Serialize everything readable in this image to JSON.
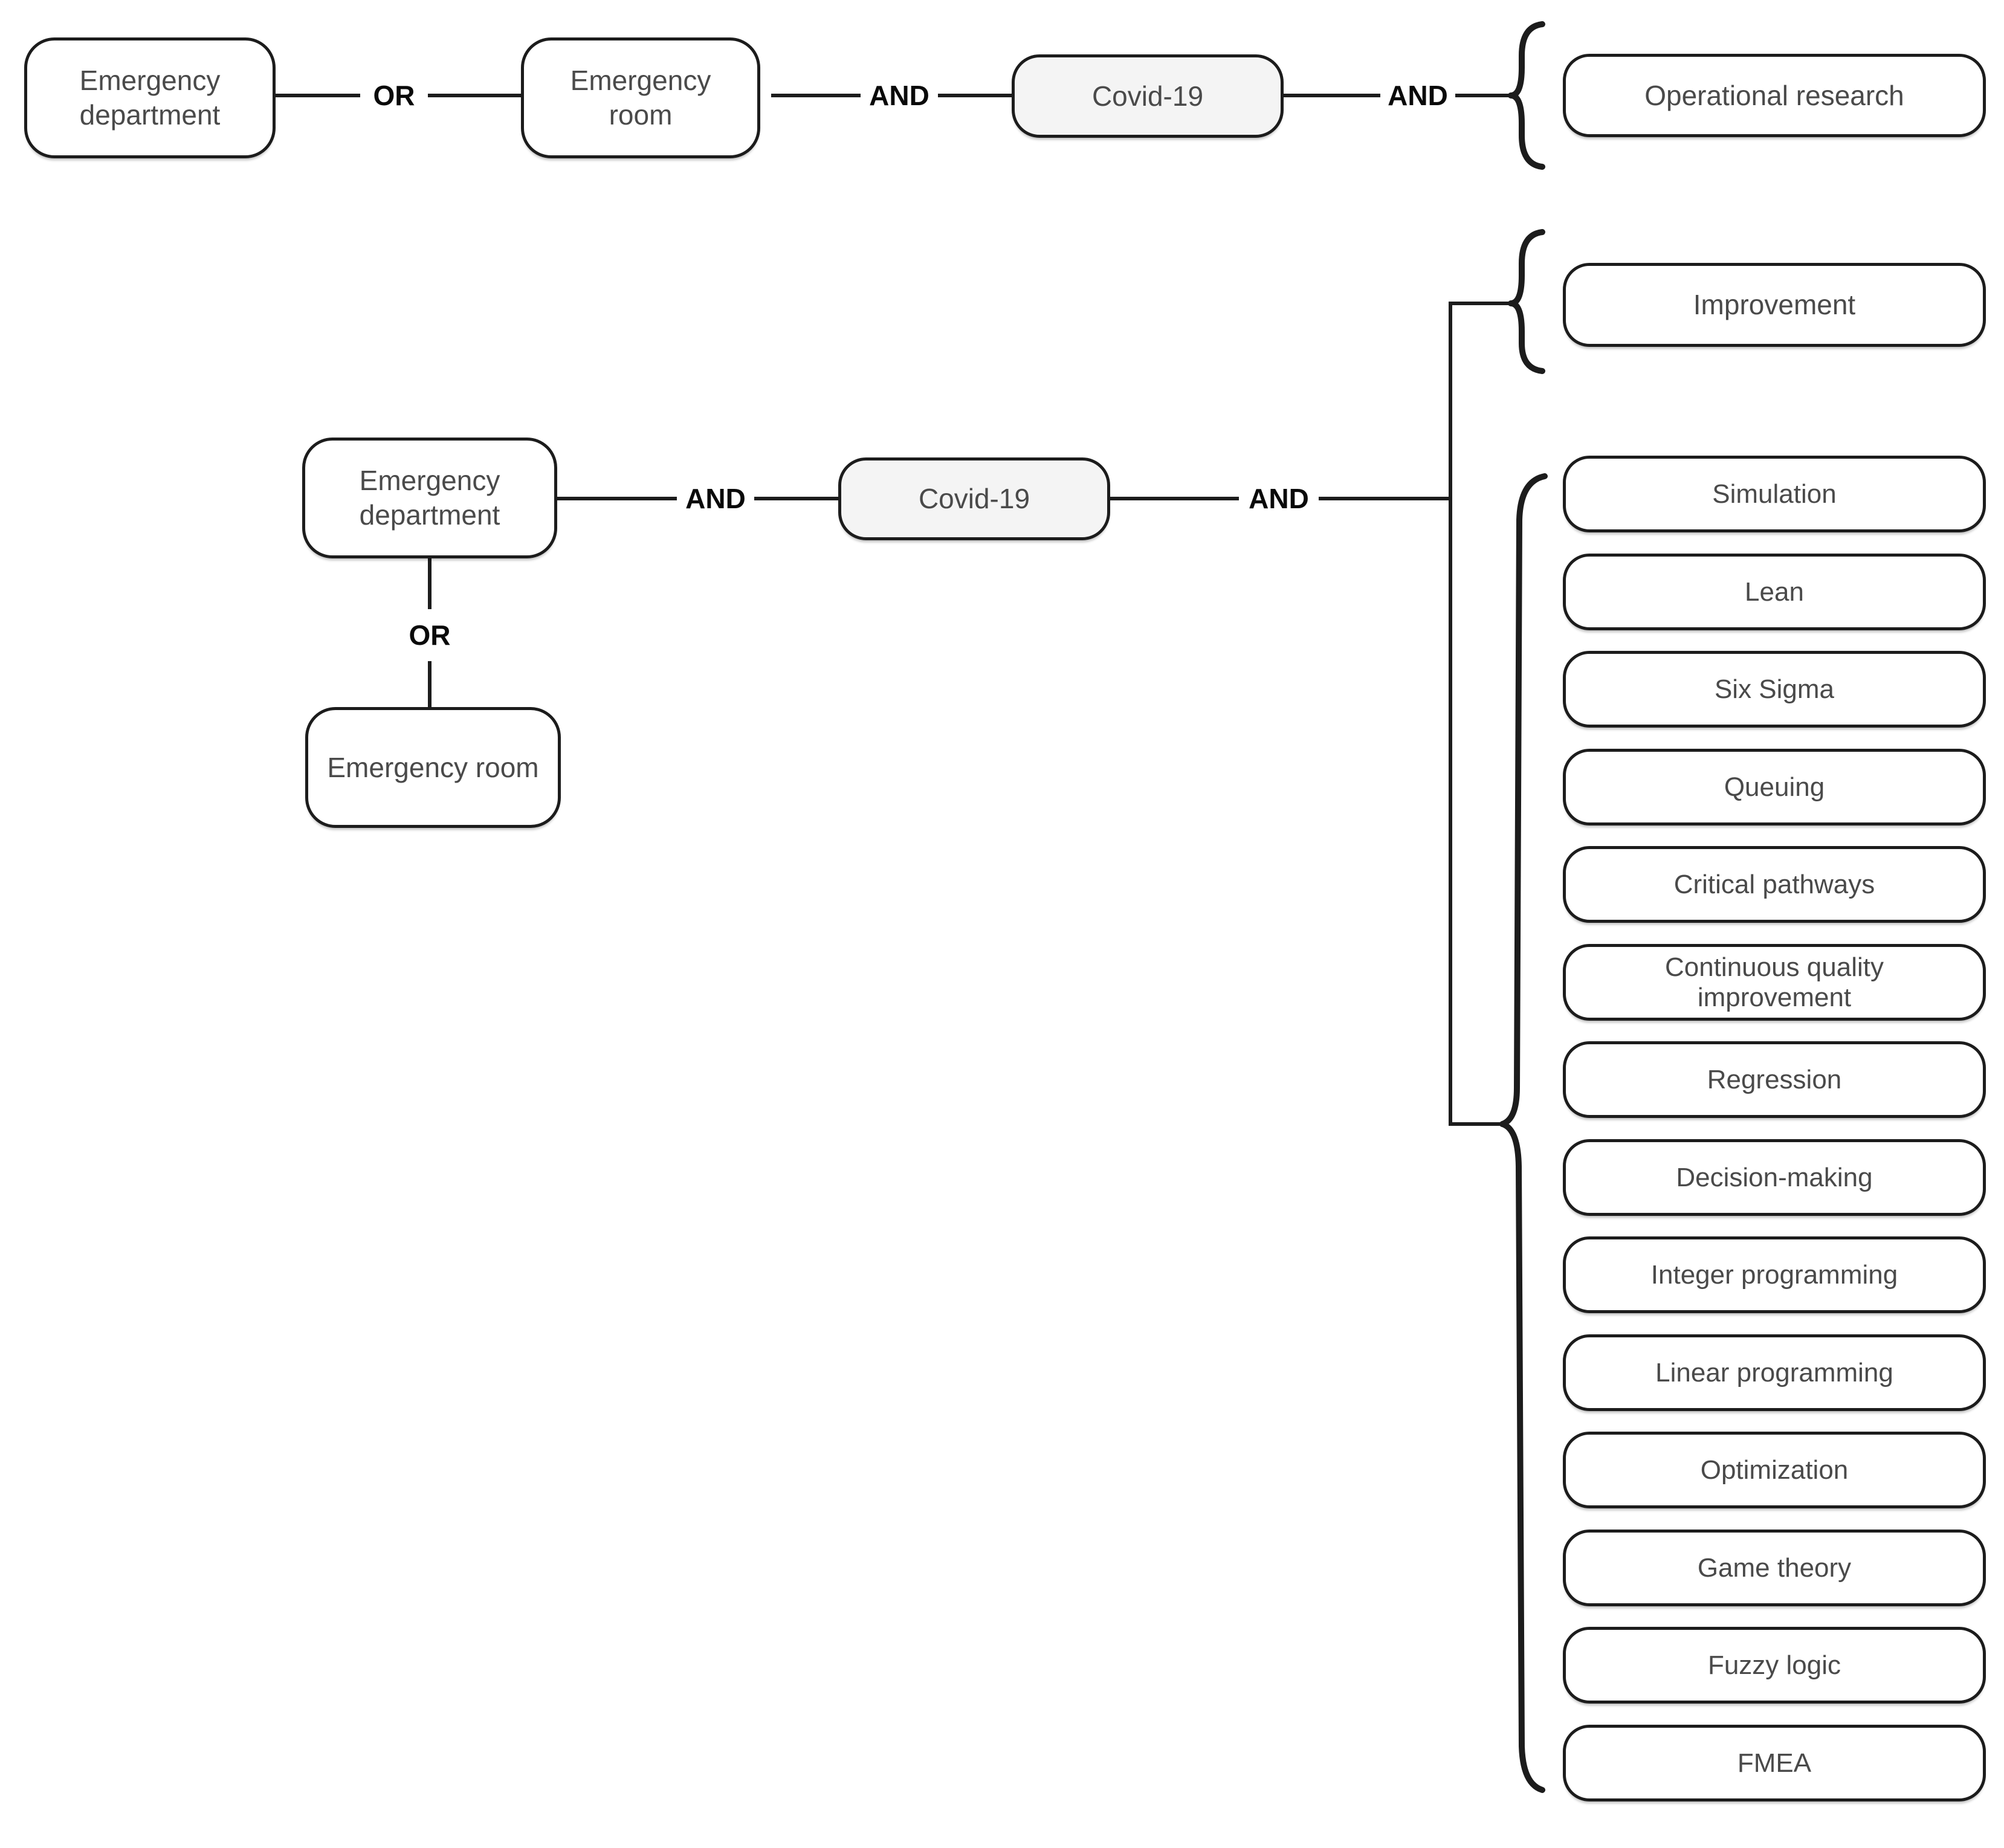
{
  "figure": {
    "background": "#ffffff",
    "line_color": "#1c1c1c",
    "box_border_color": "#1c1c1c",
    "box_fill": "#ffffff",
    "covid_box_fill": "#f4f4f4",
    "box_text_color": "#4a4a4a",
    "operator_text_color": "#0a0a0a"
  },
  "query1": {
    "emergency_department": "Emergency department",
    "or": "OR",
    "emergency_room": "Emergency room",
    "and1": "AND",
    "covid": "Covid-19",
    "and2": "AND",
    "operational_research": "Operational research"
  },
  "query2": {
    "emergency_department": "Emergency department",
    "or": "OR",
    "emergency_room": "Emergency room",
    "and1": "AND",
    "covid": "Covid-19",
    "and2": "AND",
    "improvement": "Improvement",
    "methods": [
      "Simulation",
      "Lean",
      "Six Sigma",
      "Queuing",
      "Critical pathways",
      "Continuous quality improvement",
      "Regression",
      "Decision-making",
      "Integer programming",
      "Linear programming",
      "Optimization",
      "Game theory",
      "Fuzzy logic",
      "FMEA"
    ]
  }
}
